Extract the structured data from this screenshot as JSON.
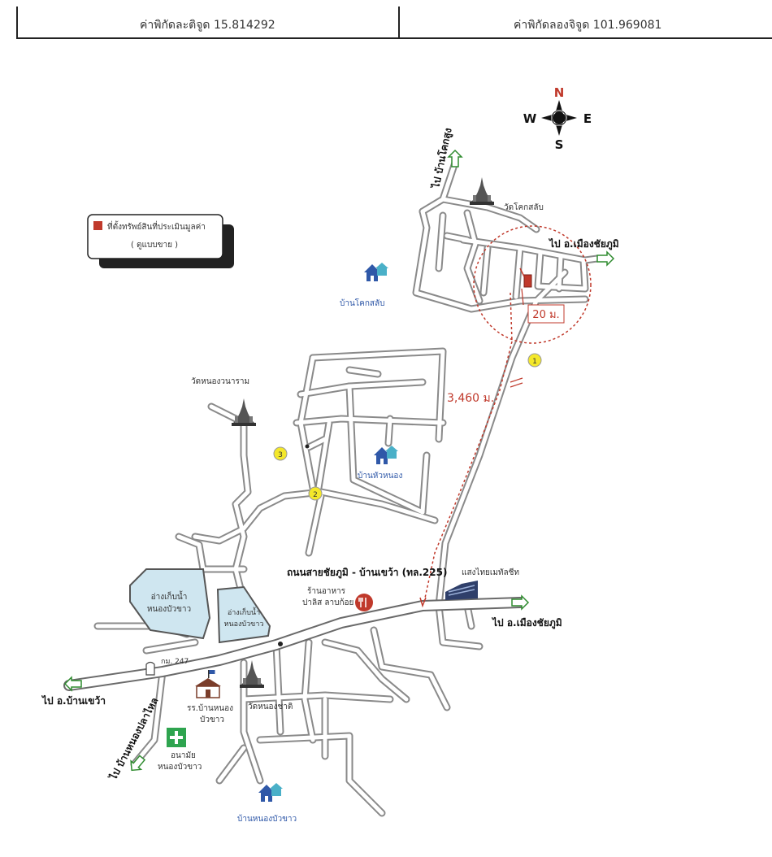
{
  "header": {
    "latitude": "ค่าพิกัดละติจูด 15.814292",
    "longitude": "ค่าพิกัดลองจิจูด 101.969081"
  },
  "compass": {
    "n": "N",
    "s": "S",
    "e": "E",
    "w": "W"
  },
  "legend": {
    "line1": "ที่ตั้งทรัพย์สินที่ประเมินมูลค่า",
    "line2": "( ตูแบบขาย )"
  },
  "labels": {
    "to_ban_khok_sung": "ไป บ้านโคกสูง",
    "wat_khok_salab": "วัดโคกสลับ",
    "to_mueang_top": "ไป อ.เมืองชัยภูมิ",
    "ban_khok_salab": "บ้านโคกสลับ",
    "dist_20": "20 ม.",
    "dist_3460": "3,460 ม.",
    "wat_nong_wanaram": "วัดหนองวนาราม",
    "ban_hua_nong": "บ้านหัวหนอง",
    "main_road": "ถนนสายชัยภูมิ - บ้านเขว้า (ทล.225)",
    "restaurant": "ร้านอาหาร",
    "restaurant2": "ปาลิส ลาบก้อย",
    "factory": "แสงไทยเมทัลชีท",
    "reservoir1a": "อ่างเก็บน้ำ",
    "reservoir1b": "หนองบัวขาว",
    "reservoir2a": "อ่างเก็บน้ำ",
    "reservoir2b": "หนองบัวขาว",
    "km_marker": "กม. 247",
    "to_mueang_bottom": "ไป อ.เมืองชัยภูมิ",
    "to_ban_khwao": "ไป อ.บ้านเขว้า",
    "school1": "รร.บ้านหนอง",
    "school2": "บัวขาว",
    "wat_nong_chati": "วัดหนองชาติ",
    "to_nong_pla_lai": "ไป บ้านหนองปลาไหล",
    "health1": "อนามัย",
    "health2": "หนองบัวขาว",
    "ban_nong_bua_khao": "บ้านหนองบัวขาว",
    "m1": "1",
    "m2": "2",
    "m3": "3"
  },
  "colors": {
    "road": "#8a8a8a",
    "red": "#c0392b",
    "reservoir": "#cfe6f0",
    "house": "#2f58a8",
    "marker": "#f4e82a",
    "arrow": "#2e8b2e"
  }
}
